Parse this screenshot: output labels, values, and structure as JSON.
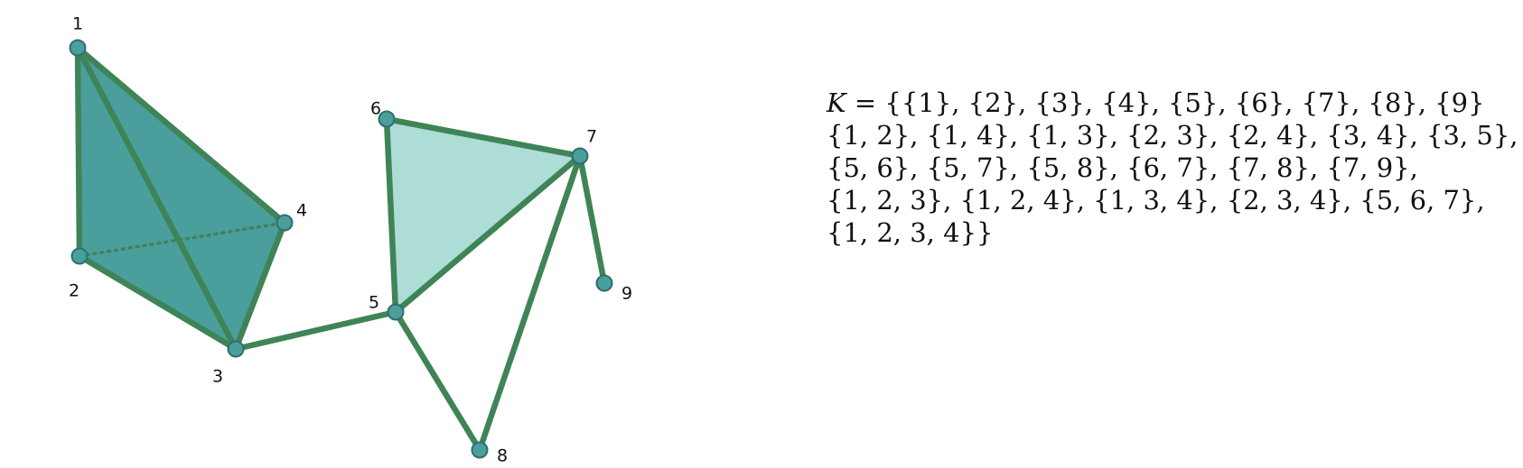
{
  "colors": {
    "edge": "#3f8457",
    "face_dark": "#4a9e9c",
    "face_light": "#aedcd7",
    "vertex_fill": "#4a9e9c",
    "vertex_stroke": "#2f6f6d"
  },
  "complex": {
    "vertices": [
      "1",
      "2",
      "3",
      "4",
      "5",
      "6",
      "7",
      "8",
      "9"
    ],
    "hidden_edges": [
      [
        "2",
        "4"
      ]
    ],
    "edges": [
      [
        "1",
        "2"
      ],
      [
        "1",
        "3"
      ],
      [
        "1",
        "4"
      ],
      [
        "2",
        "3"
      ],
      [
        "3",
        "4"
      ],
      [
        "3",
        "5"
      ],
      [
        "5",
        "6"
      ],
      [
        "5",
        "7"
      ],
      [
        "5",
        "8"
      ],
      [
        "6",
        "7"
      ],
      [
        "7",
        "8"
      ],
      [
        "7",
        "9"
      ]
    ],
    "faces": [
      {
        "vertices": [
          "1",
          "2",
          "3"
        ],
        "shade": "dark"
      },
      {
        "vertices": [
          "1",
          "3",
          "4"
        ],
        "shade": "dark"
      },
      {
        "vertices": [
          "5",
          "6",
          "7"
        ],
        "shade": "light"
      }
    ]
  },
  "formula": {
    "symbol": "K",
    "lines": [
      " = {{1}, {2}, {3}, {4}, {5}, {6}, {7}, {8}, {9}",
      "{1, 2}, {1, 4}, {1, 3}, {2, 3}, {2, 4}, {3, 4}, {3, 5},",
      "{5, 6}, {5, 7}, {5, 8}, {6, 7}, {7, 8}, {7, 9},",
      "{1, 2, 3}, {1, 2, 4}, {1, 3, 4}, {2, 3, 4}, {5, 6, 7},",
      "{1, 2, 3, 4}}"
    ]
  }
}
